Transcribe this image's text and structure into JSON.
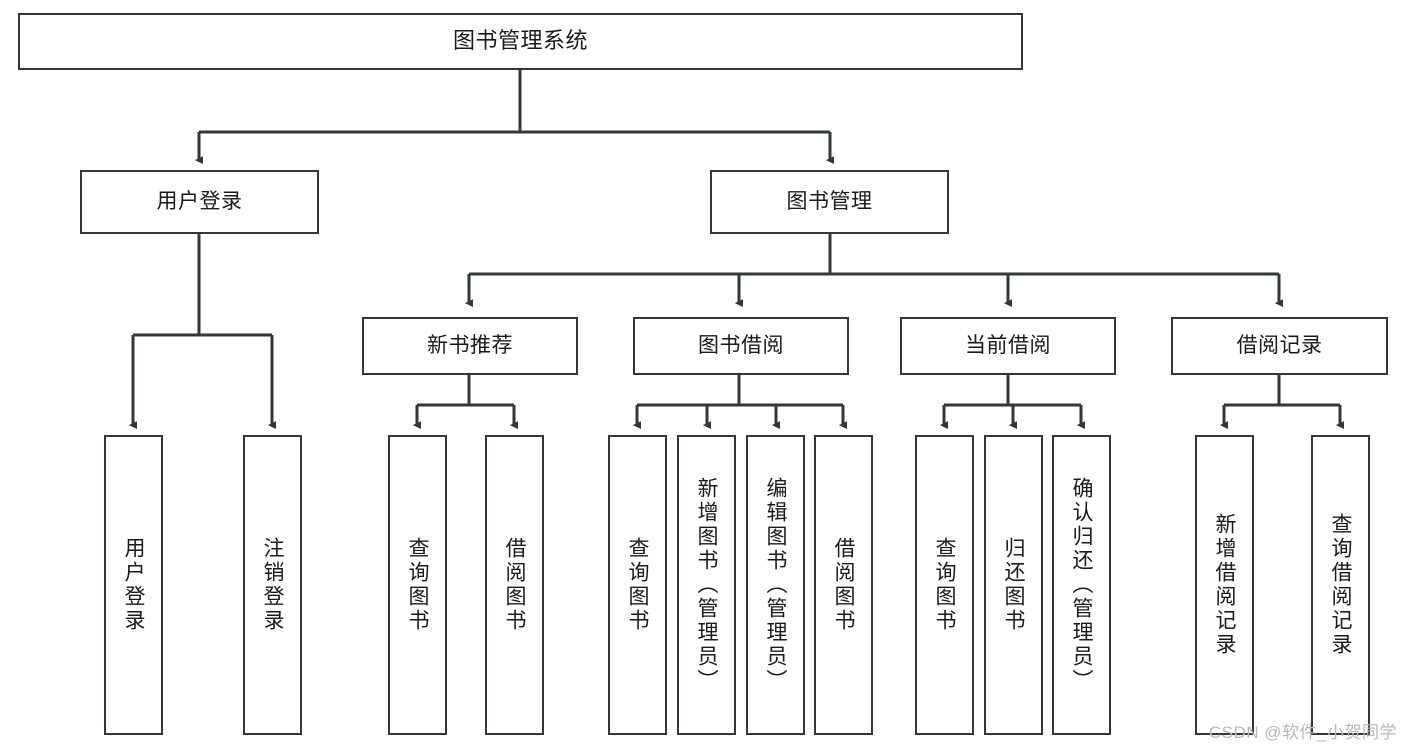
{
  "diagram": {
    "title": "图书管理系统",
    "type": "tree-hierarchy",
    "watermark": "CSDN @软件_小贺同学",
    "colors": {
      "box_border": "#32373b",
      "box_fill": "#ffffff",
      "edge": "#32373b",
      "text": "#1a1a1a",
      "watermark": "#b9b9b9",
      "background": "#ffffff"
    },
    "nodes": {
      "root": {
        "label": "图书管理系统"
      },
      "level2": [
        {
          "id": "user-login",
          "label": "用户登录"
        },
        {
          "id": "book-manage",
          "label": "图书管理"
        }
      ],
      "level3": [
        {
          "id": "new-book-recommend",
          "label": "新书推荐"
        },
        {
          "id": "book-borrow",
          "label": "图书借阅"
        },
        {
          "id": "current-borrow",
          "label": "当前借阅"
        },
        {
          "id": "borrow-record",
          "label": "借阅记录"
        }
      ],
      "leaves": {
        "user-login": [
          {
            "id": "leaf-user-login",
            "label": "用户登录"
          },
          {
            "id": "leaf-logout-login",
            "label": "注销登录"
          }
        ],
        "new-book-recommend": [
          {
            "id": "leaf-query-book-1",
            "label": "查询图书"
          },
          {
            "id": "leaf-borrow-book-1",
            "label": "借阅图书"
          }
        ],
        "book-borrow": [
          {
            "id": "leaf-query-book-2",
            "label": "查询图书"
          },
          {
            "id": "leaf-add-book",
            "label": "新增图书（管理员）"
          },
          {
            "id": "leaf-edit-book",
            "label": "编辑图书（管理员）"
          },
          {
            "id": "leaf-borrow-book-2",
            "label": "借阅图书"
          }
        ],
        "current-borrow": [
          {
            "id": "leaf-query-book-3",
            "label": "查询图书"
          },
          {
            "id": "leaf-return-book",
            "label": "归还图书"
          },
          {
            "id": "leaf-confirm-return",
            "label": "确认归还（管理员）"
          }
        ],
        "borrow-record": [
          {
            "id": "leaf-add-record",
            "label": "新增借阅记录"
          },
          {
            "id": "leaf-query-record",
            "label": "查询借阅记录"
          }
        ]
      }
    }
  }
}
